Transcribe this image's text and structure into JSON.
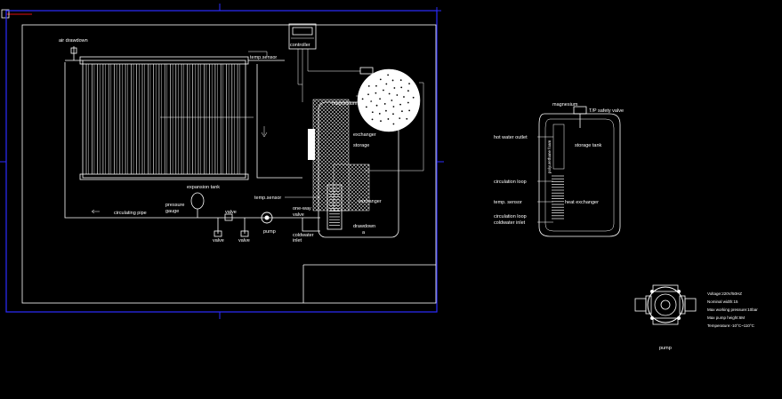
{
  "drawing": {
    "labels": {
      "air_drawdown": "air drawdown",
      "temp_sensor_top": "temp.sensor",
      "controller": "controller",
      "magnesium_left": "magnesium",
      "storage_left": "storage",
      "exchanger_left": "exchanger",
      "expansion_tank": "expansion tank",
      "pressure_gauge": "pressure\ngauge",
      "circulating_pipe": "circulating pipe",
      "valve_mid": "valve",
      "valve_a": "valve",
      "valve_b": "valve",
      "pump_small": "pump",
      "temp_sensor_mid": "temp.sensor",
      "one_way_valve": "one-way\nvalve",
      "cold_water_inlet": "coldwater\ninlet",
      "drawdown": "drawdown",
      "exchanger_mid": "exchanger"
    },
    "tank": {
      "magnesium": "magnesium",
      "tp_safety_valve": "T/P safety valve",
      "hot_water_outlet": "hot water outlet",
      "storage_tank": "storage tank",
      "circulation_loop_top": "circulation loop",
      "temp_sensor": "temp. sensor",
      "heat_exchanger": "heat exchanger",
      "circulation_loop_bottom": "circulation loop",
      "cold_water_inlet": "coldwater inlet",
      "insulation": "polyurethane foam"
    },
    "pump": {
      "caption": "pump",
      "specs": [
        "Voltage:220V/50HZ",
        "Nominal width:15",
        "Max working pressure:10bar",
        "Max pump height:6M",
        "Temperature:-10°C~110°C"
      ]
    },
    "colors": {
      "background": "#000000",
      "lines": "#ffffff",
      "frame_outer": "#2b2bff",
      "axis_red": "#e01010",
      "axis_green": "#20c020"
    }
  }
}
